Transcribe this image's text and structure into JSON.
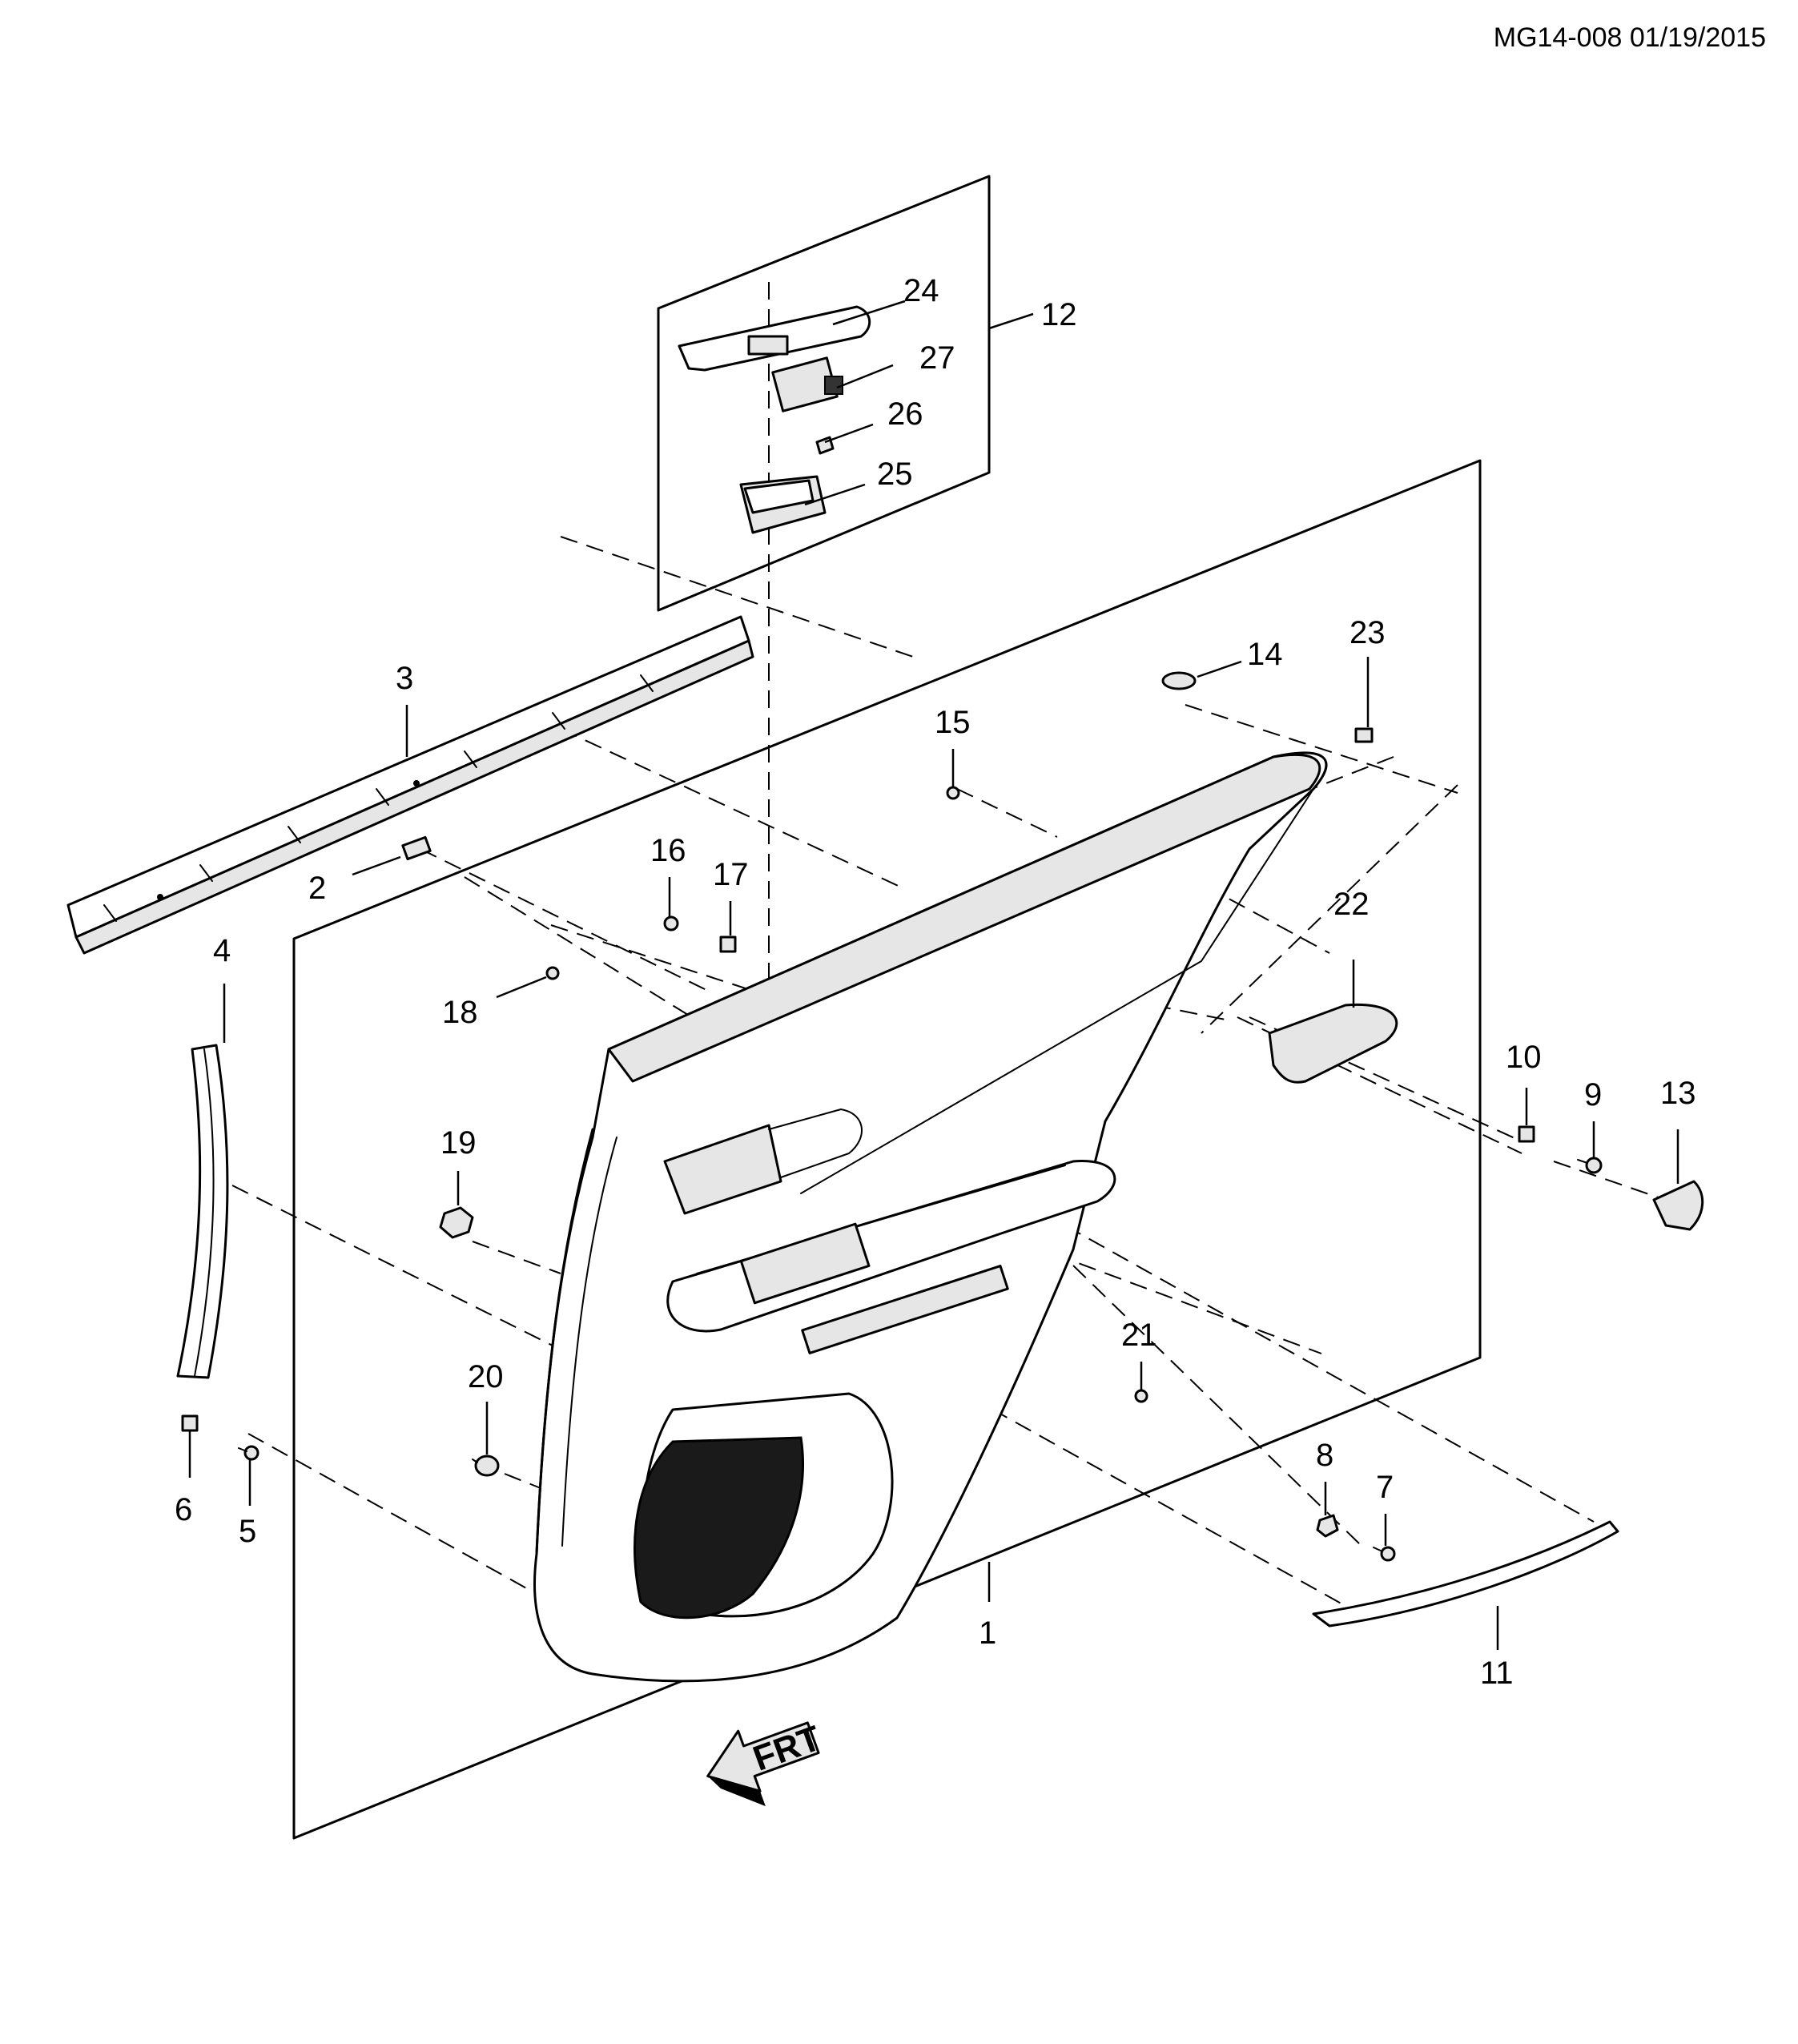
{
  "header": {
    "code": "MG14-008 01/19/2015"
  },
  "callouts": [
    {
      "id": "1",
      "label": "1"
    },
    {
      "id": "2",
      "label": "2"
    },
    {
      "id": "3",
      "label": "3"
    },
    {
      "id": "4",
      "label": "4"
    },
    {
      "id": "5",
      "label": "5"
    },
    {
      "id": "6",
      "label": "6"
    },
    {
      "id": "7",
      "label": "7"
    },
    {
      "id": "8",
      "label": "8"
    },
    {
      "id": "9",
      "label": "9"
    },
    {
      "id": "10",
      "label": "10"
    },
    {
      "id": "11",
      "label": "11"
    },
    {
      "id": "12",
      "label": "12"
    },
    {
      "id": "13",
      "label": "13"
    },
    {
      "id": "14",
      "label": "14"
    },
    {
      "id": "15",
      "label": "15"
    },
    {
      "id": "16",
      "label": "16"
    },
    {
      "id": "17",
      "label": "17"
    },
    {
      "id": "18",
      "label": "18"
    },
    {
      "id": "19",
      "label": "19"
    },
    {
      "id": "20",
      "label": "20"
    },
    {
      "id": "21",
      "label": "21"
    },
    {
      "id": "22",
      "label": "22"
    },
    {
      "id": "23",
      "label": "23"
    },
    {
      "id": "24",
      "label": "24"
    },
    {
      "id": "25",
      "label": "25"
    },
    {
      "id": "26",
      "label": "26"
    },
    {
      "id": "27",
      "label": "27"
    }
  ],
  "direction_marker": {
    "text": "FRT",
    "icon": "front-arrow-icon"
  }
}
